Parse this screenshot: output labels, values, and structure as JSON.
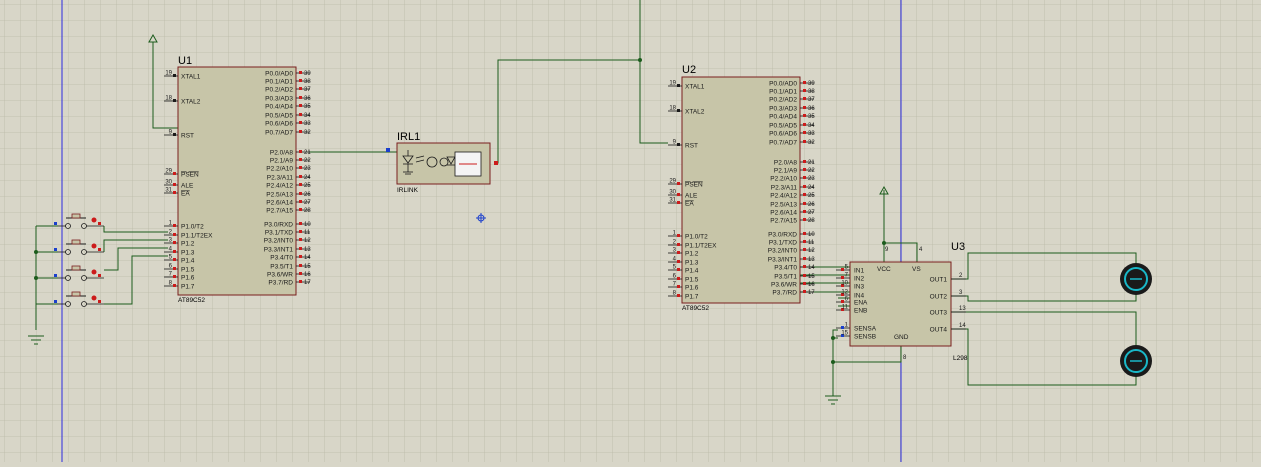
{
  "colors": {
    "background": "#d8d6c8",
    "grid": "#bcbaa8",
    "wire": "#1c5c1c",
    "chip_fill": "#c7c5a8",
    "chip_border": "#7a1e1e",
    "pin_red": "#cc1b1b",
    "pin_blue": "#1b3fcc",
    "guide_blue": "#2b2be0",
    "motor_cyan": "#19b8c8"
  },
  "u1": {
    "ref": "U1",
    "part": "AT89C52",
    "left_pins": [
      {
        "num": "19",
        "name": "XTAL1"
      },
      {
        "num": "18",
        "name": "XTAL2"
      },
      {
        "num": "9",
        "name": "RST"
      },
      {
        "num": "29",
        "name": "PSEN"
      },
      {
        "num": "30",
        "name": "ALE"
      },
      {
        "num": "31",
        "name": "EA"
      },
      {
        "num": "1",
        "name": "P1.0/T2"
      },
      {
        "num": "2",
        "name": "P1.1/T2EX"
      },
      {
        "num": "3",
        "name": "P1.2"
      },
      {
        "num": "4",
        "name": "P1.3"
      },
      {
        "num": "5",
        "name": "P1.4"
      },
      {
        "num": "6",
        "name": "P1.5"
      },
      {
        "num": "7",
        "name": "P1.6"
      },
      {
        "num": "8",
        "name": "P1.7"
      }
    ],
    "right_pins": [
      {
        "num": "39",
        "name": "P0.0/AD0"
      },
      {
        "num": "38",
        "name": "P0.1/AD1"
      },
      {
        "num": "37",
        "name": "P0.2/AD2"
      },
      {
        "num": "36",
        "name": "P0.3/AD3"
      },
      {
        "num": "35",
        "name": "P0.4/AD4"
      },
      {
        "num": "34",
        "name": "P0.5/AD5"
      },
      {
        "num": "33",
        "name": "P0.6/AD6"
      },
      {
        "num": "32",
        "name": "P0.7/AD7"
      },
      {
        "num": "21",
        "name": "P2.0/A8"
      },
      {
        "num": "22",
        "name": "P2.1/A9"
      },
      {
        "num": "23",
        "name": "P2.2/A10"
      },
      {
        "num": "24",
        "name": "P2.3/A11"
      },
      {
        "num": "25",
        "name": "P2.4/A12"
      },
      {
        "num": "26",
        "name": "P2.5/A13"
      },
      {
        "num": "27",
        "name": "P2.6/A14"
      },
      {
        "num": "28",
        "name": "P2.7/A15"
      },
      {
        "num": "10",
        "name": "P3.0/RXD"
      },
      {
        "num": "11",
        "name": "P3.1/TXD"
      },
      {
        "num": "12",
        "name": "P3.2/INT0"
      },
      {
        "num": "13",
        "name": "P3.3/INT1"
      },
      {
        "num": "14",
        "name": "P3.4/T0"
      },
      {
        "num": "15",
        "name": "P3.5/T1"
      },
      {
        "num": "16",
        "name": "P3.6/WR"
      },
      {
        "num": "17",
        "name": "P3.7/RD"
      }
    ]
  },
  "u2": {
    "ref": "U2",
    "part": "AT89C52"
  },
  "irl1": {
    "ref": "IRL1",
    "part": "IRLINK"
  },
  "u3": {
    "ref": "U3",
    "part": "L298",
    "left_pins": [
      {
        "num": "5",
        "name": "IN1"
      },
      {
        "num": "7",
        "name": "IN2"
      },
      {
        "num": "10",
        "name": "IN3"
      },
      {
        "num": "12",
        "name": "IN4"
      },
      {
        "num": "6",
        "name": "ENA"
      },
      {
        "num": "11",
        "name": "ENB"
      },
      {
        "num": "1",
        "name": "SENSA"
      },
      {
        "num": "15",
        "name": "SENSB"
      }
    ],
    "right_pins": [
      {
        "num": "2",
        "name": "OUT1"
      },
      {
        "num": "3",
        "name": "OUT2"
      },
      {
        "num": "13",
        "name": "OUT3"
      },
      {
        "num": "14",
        "name": "OUT4"
      }
    ],
    "top_pins": [
      {
        "num": "9",
        "name": "VCC"
      },
      {
        "num": "4",
        "name": "VS"
      }
    ],
    "bottom_pin": {
      "num": "8",
      "name": "GND"
    }
  }
}
